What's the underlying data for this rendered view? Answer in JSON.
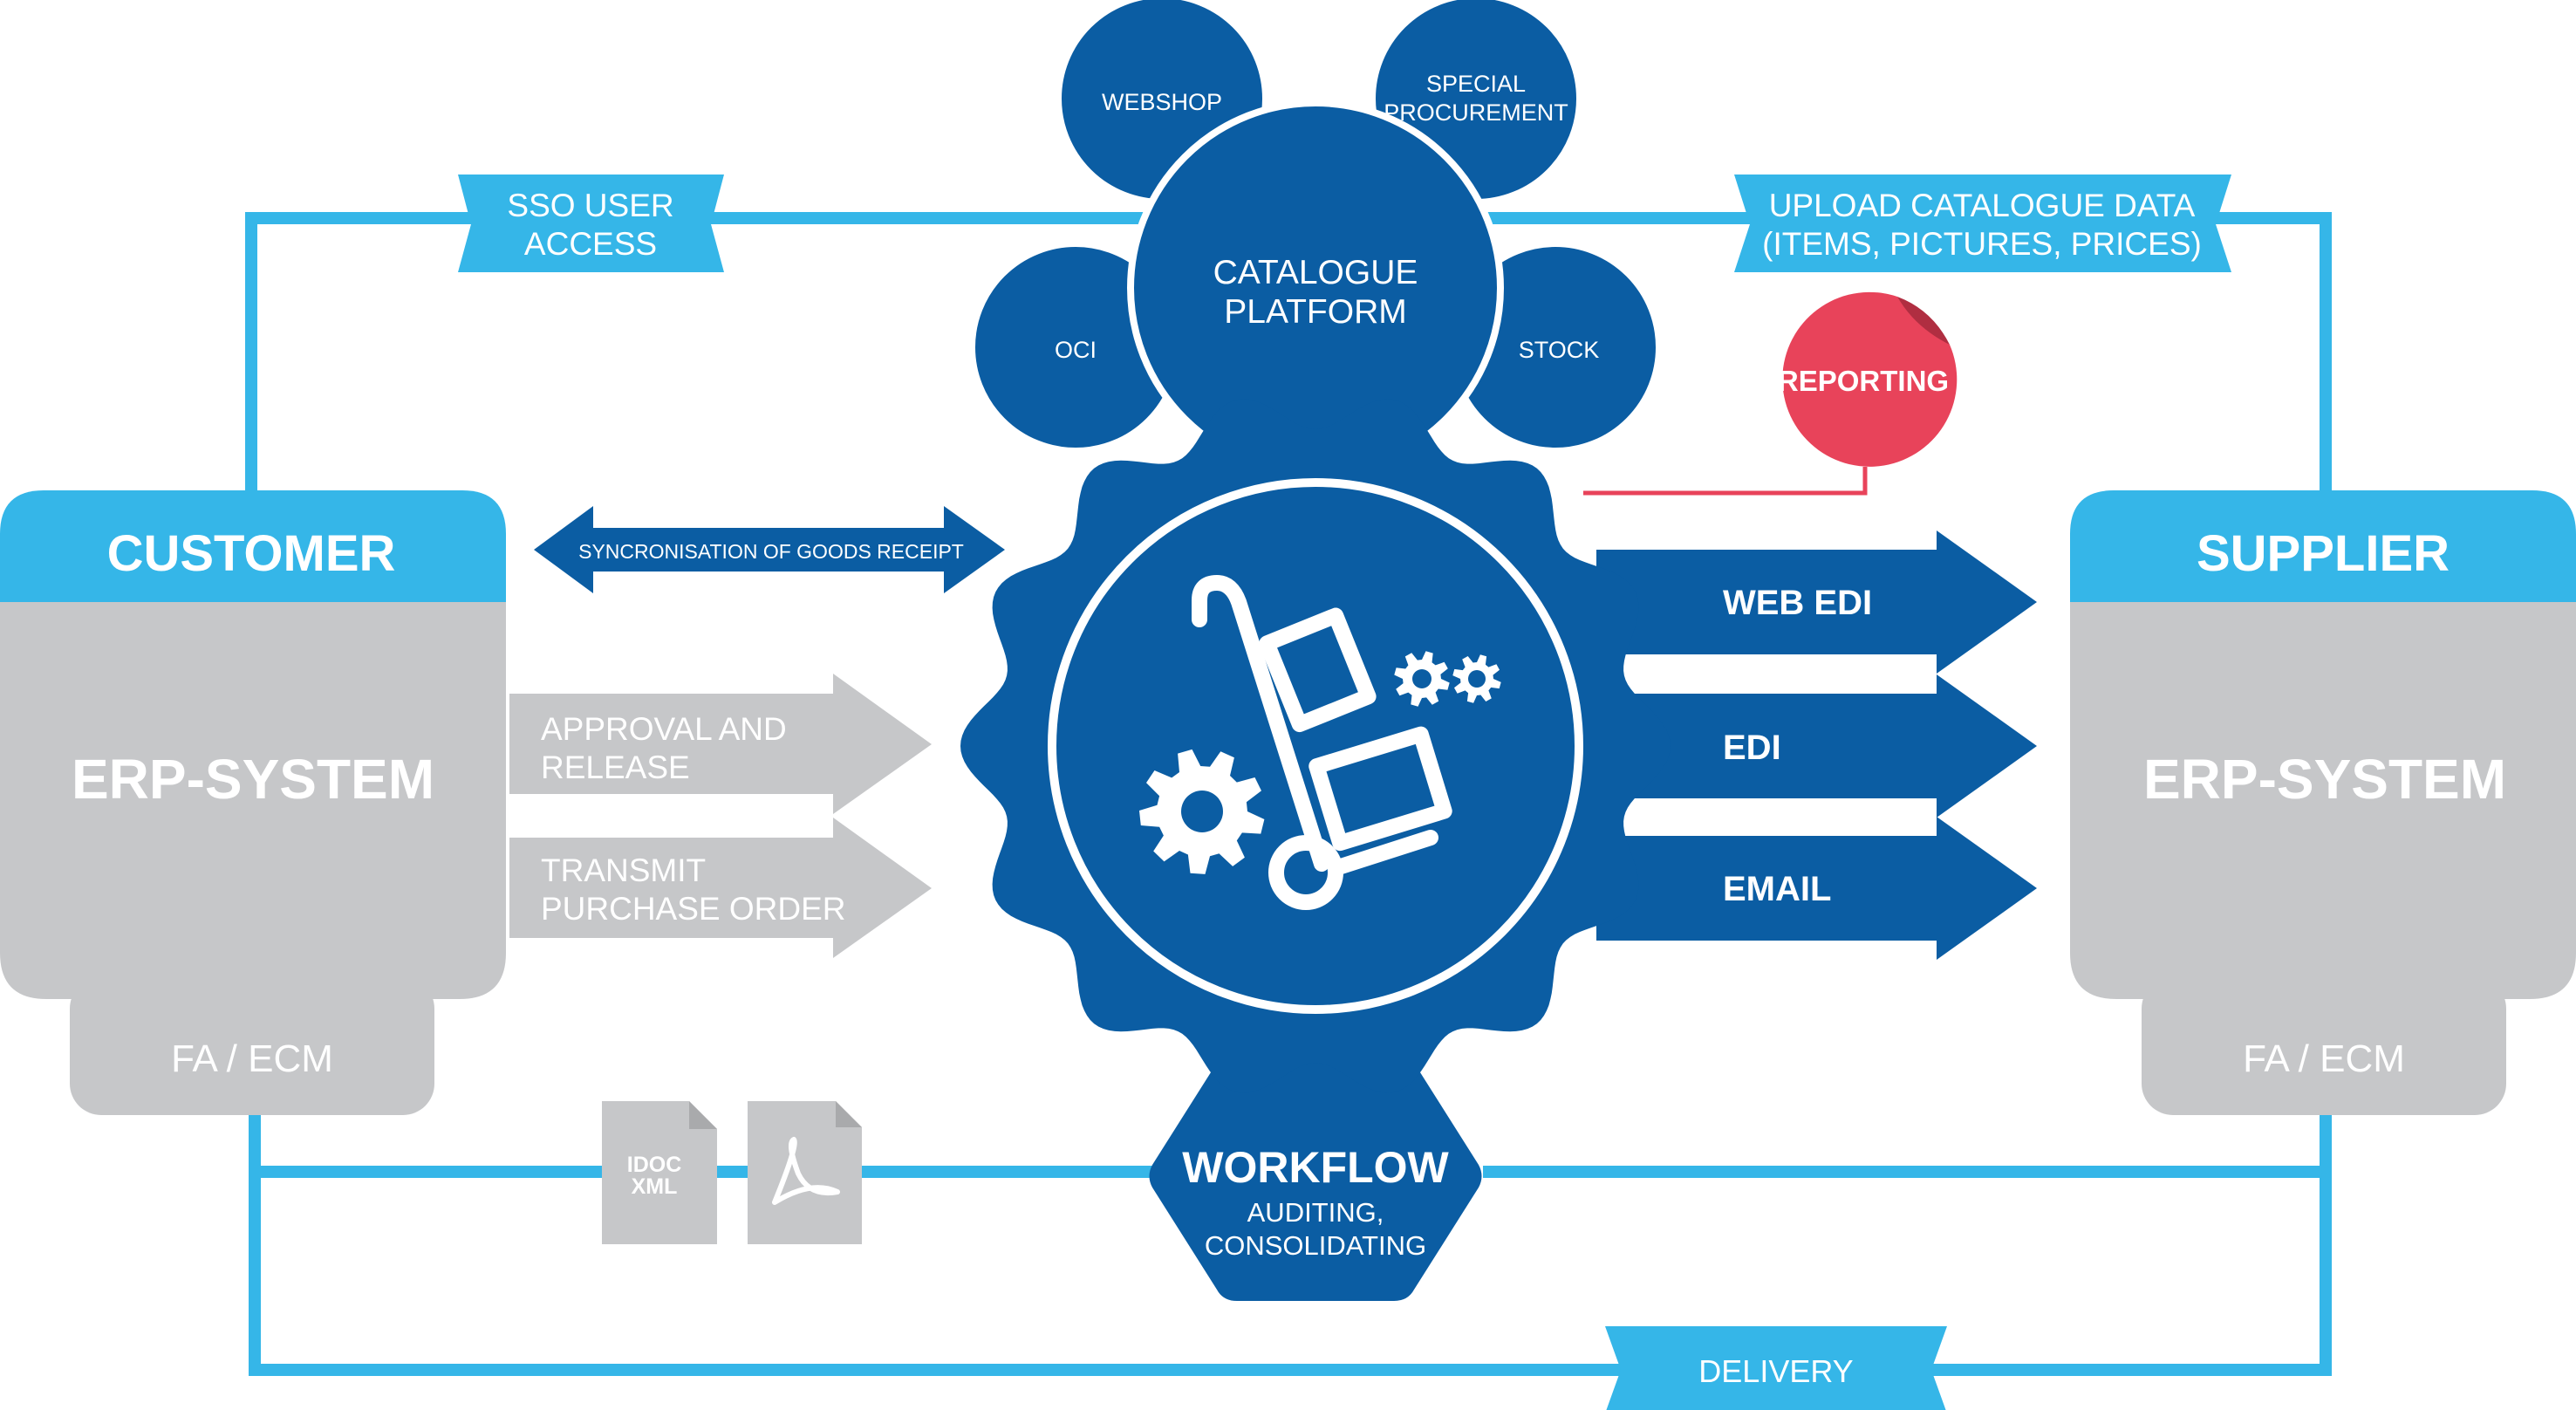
{
  "colors": {
    "dark_blue": "#0B5DA3",
    "light_blue": "#35B6E8",
    "gray": "#C6C7C9",
    "gray_dark": "#BFC0C2",
    "red": "#E8435A",
    "white": "#FFFFFF"
  },
  "customer": {
    "header": "CUSTOMER",
    "body": "ERP-SYSTEM",
    "foot": "FA / ECM"
  },
  "supplier": {
    "header": "SUPPLIER",
    "body": "ERP-SYSTEM",
    "foot": "FA / ECM"
  },
  "tags": {
    "sso": [
      "SSO USER",
      "ACCESS"
    ],
    "upload": [
      "UPLOAD CATALOGUE DATA",
      "(ITEMS, PICTURES, PRICES)"
    ],
    "delivery": "DELIVERY"
  },
  "catalogue": {
    "center": [
      "CATALOGUE",
      "PLATFORM"
    ],
    "webshop": "WEBSHOP",
    "special": [
      "SPECIAL",
      "PROCUREMENT"
    ],
    "oci": "OCI",
    "stock": "STOCK"
  },
  "reporting": "REPORTING",
  "sync": "SYNCRONISATION OF GOODS RECEIPT",
  "gray_arrows": {
    "approval": [
      "APPROVAL AND",
      "RELEASE"
    ],
    "transmit": [
      "TRANSMIT",
      "PURCHASE ORDER"
    ]
  },
  "blue_arrows": {
    "webedi": "WEB EDI",
    "edi": "EDI",
    "email": "EMAIL"
  },
  "workflow": {
    "title": "WORKFLOW",
    "sub": [
      "AUDITING,",
      "CONSOLIDATING"
    ]
  },
  "docs": {
    "idoc": [
      "IDOC",
      "XML"
    ],
    "pdf_icon": "pdf-icon"
  },
  "icons": {
    "center": "hand-truck-with-gears-icon"
  }
}
